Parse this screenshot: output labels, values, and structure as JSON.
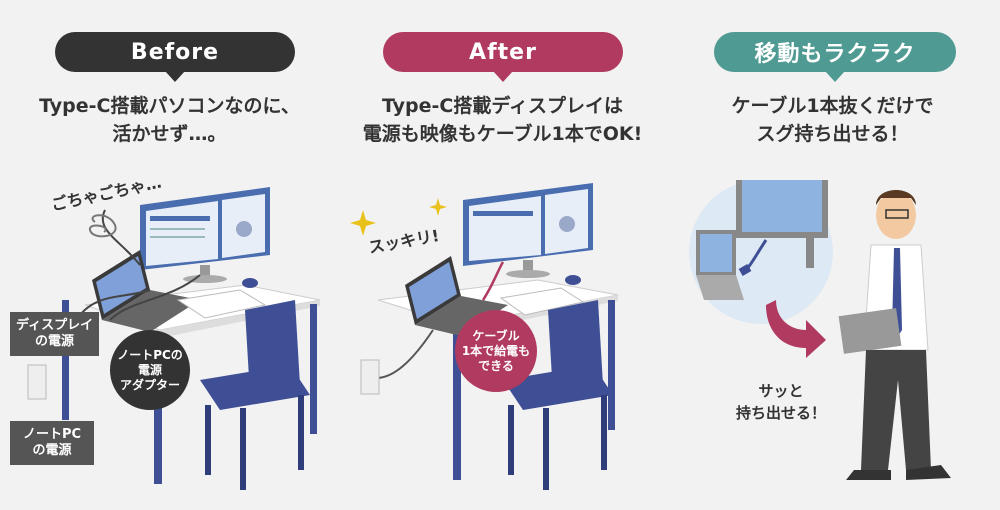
{
  "before": {
    "pill": "Before",
    "desc": [
      "Type-C搭載パソコンなのに、",
      "活かせず…。"
    ],
    "messy": "ごちゃごちゃ…",
    "display_power": [
      "ディスプレイ",
      "の電源"
    ],
    "pc_power": [
      "ノートPC",
      "の電源"
    ],
    "adapter": [
      "ノートPCの",
      "電源",
      "アダプター"
    ]
  },
  "after": {
    "pill": "After",
    "desc": [
      "Type-C搭載ディスプレイは",
      "電源も映像もケーブル1本でOK!"
    ],
    "clean": "スッキリ!",
    "cable_bubble": [
      "ケーブル",
      "1本で給電も",
      "できる"
    ]
  },
  "move": {
    "pill": "移動もラクラク",
    "desc": [
      "ケーブル1本抜くだけで",
      "スグ持ち出せる！"
    ],
    "quick": [
      "サッと",
      "持ち出せる！"
    ]
  },
  "colors": {
    "before_pill": "#333333",
    "after_pill": "#b03a60",
    "move_pill": "#4f9a92",
    "chair": "#3f4f95",
    "monitor_screen": "#4a6db0"
  }
}
